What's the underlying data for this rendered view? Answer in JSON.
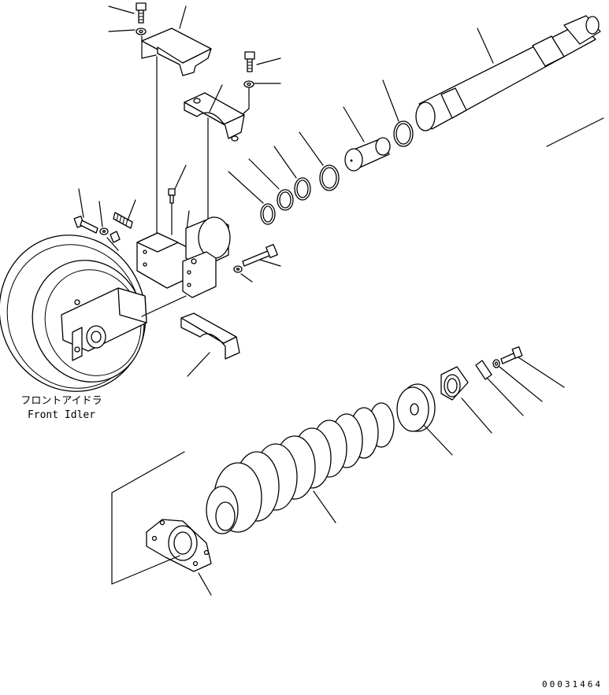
{
  "labels": {
    "front_idler_jp": "フロントアイドラ",
    "front_idler_en": "Front Idler",
    "drawing_number": "00031464"
  }
}
